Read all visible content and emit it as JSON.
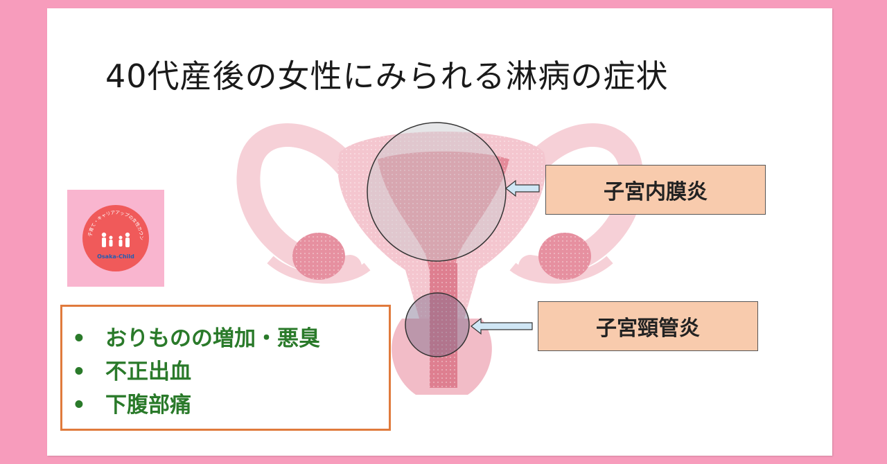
{
  "title": "40代産後の女性にみられる淋病の症状",
  "labels": {
    "endometritis": "子宮内膜炎",
    "cervicitis": "子宮頸管炎"
  },
  "symptoms": [
    "おりものの増加・悪臭",
    "不正出血",
    "下腹部痛"
  ],
  "bullet": "•",
  "logo": {
    "arc_text": "子育て・キャリアアップの女性カウンセリング",
    "brand": "Osaka-Child"
  },
  "colors": {
    "frame": "#f79cbc",
    "label_fill": "#f8cbad",
    "list_border": "#e07a3c",
    "list_text": "#2a7a2a",
    "uterus_pink": "#f4c6cf",
    "uterus_dark": "#e48a99",
    "logo_red": "#f05a5a"
  }
}
